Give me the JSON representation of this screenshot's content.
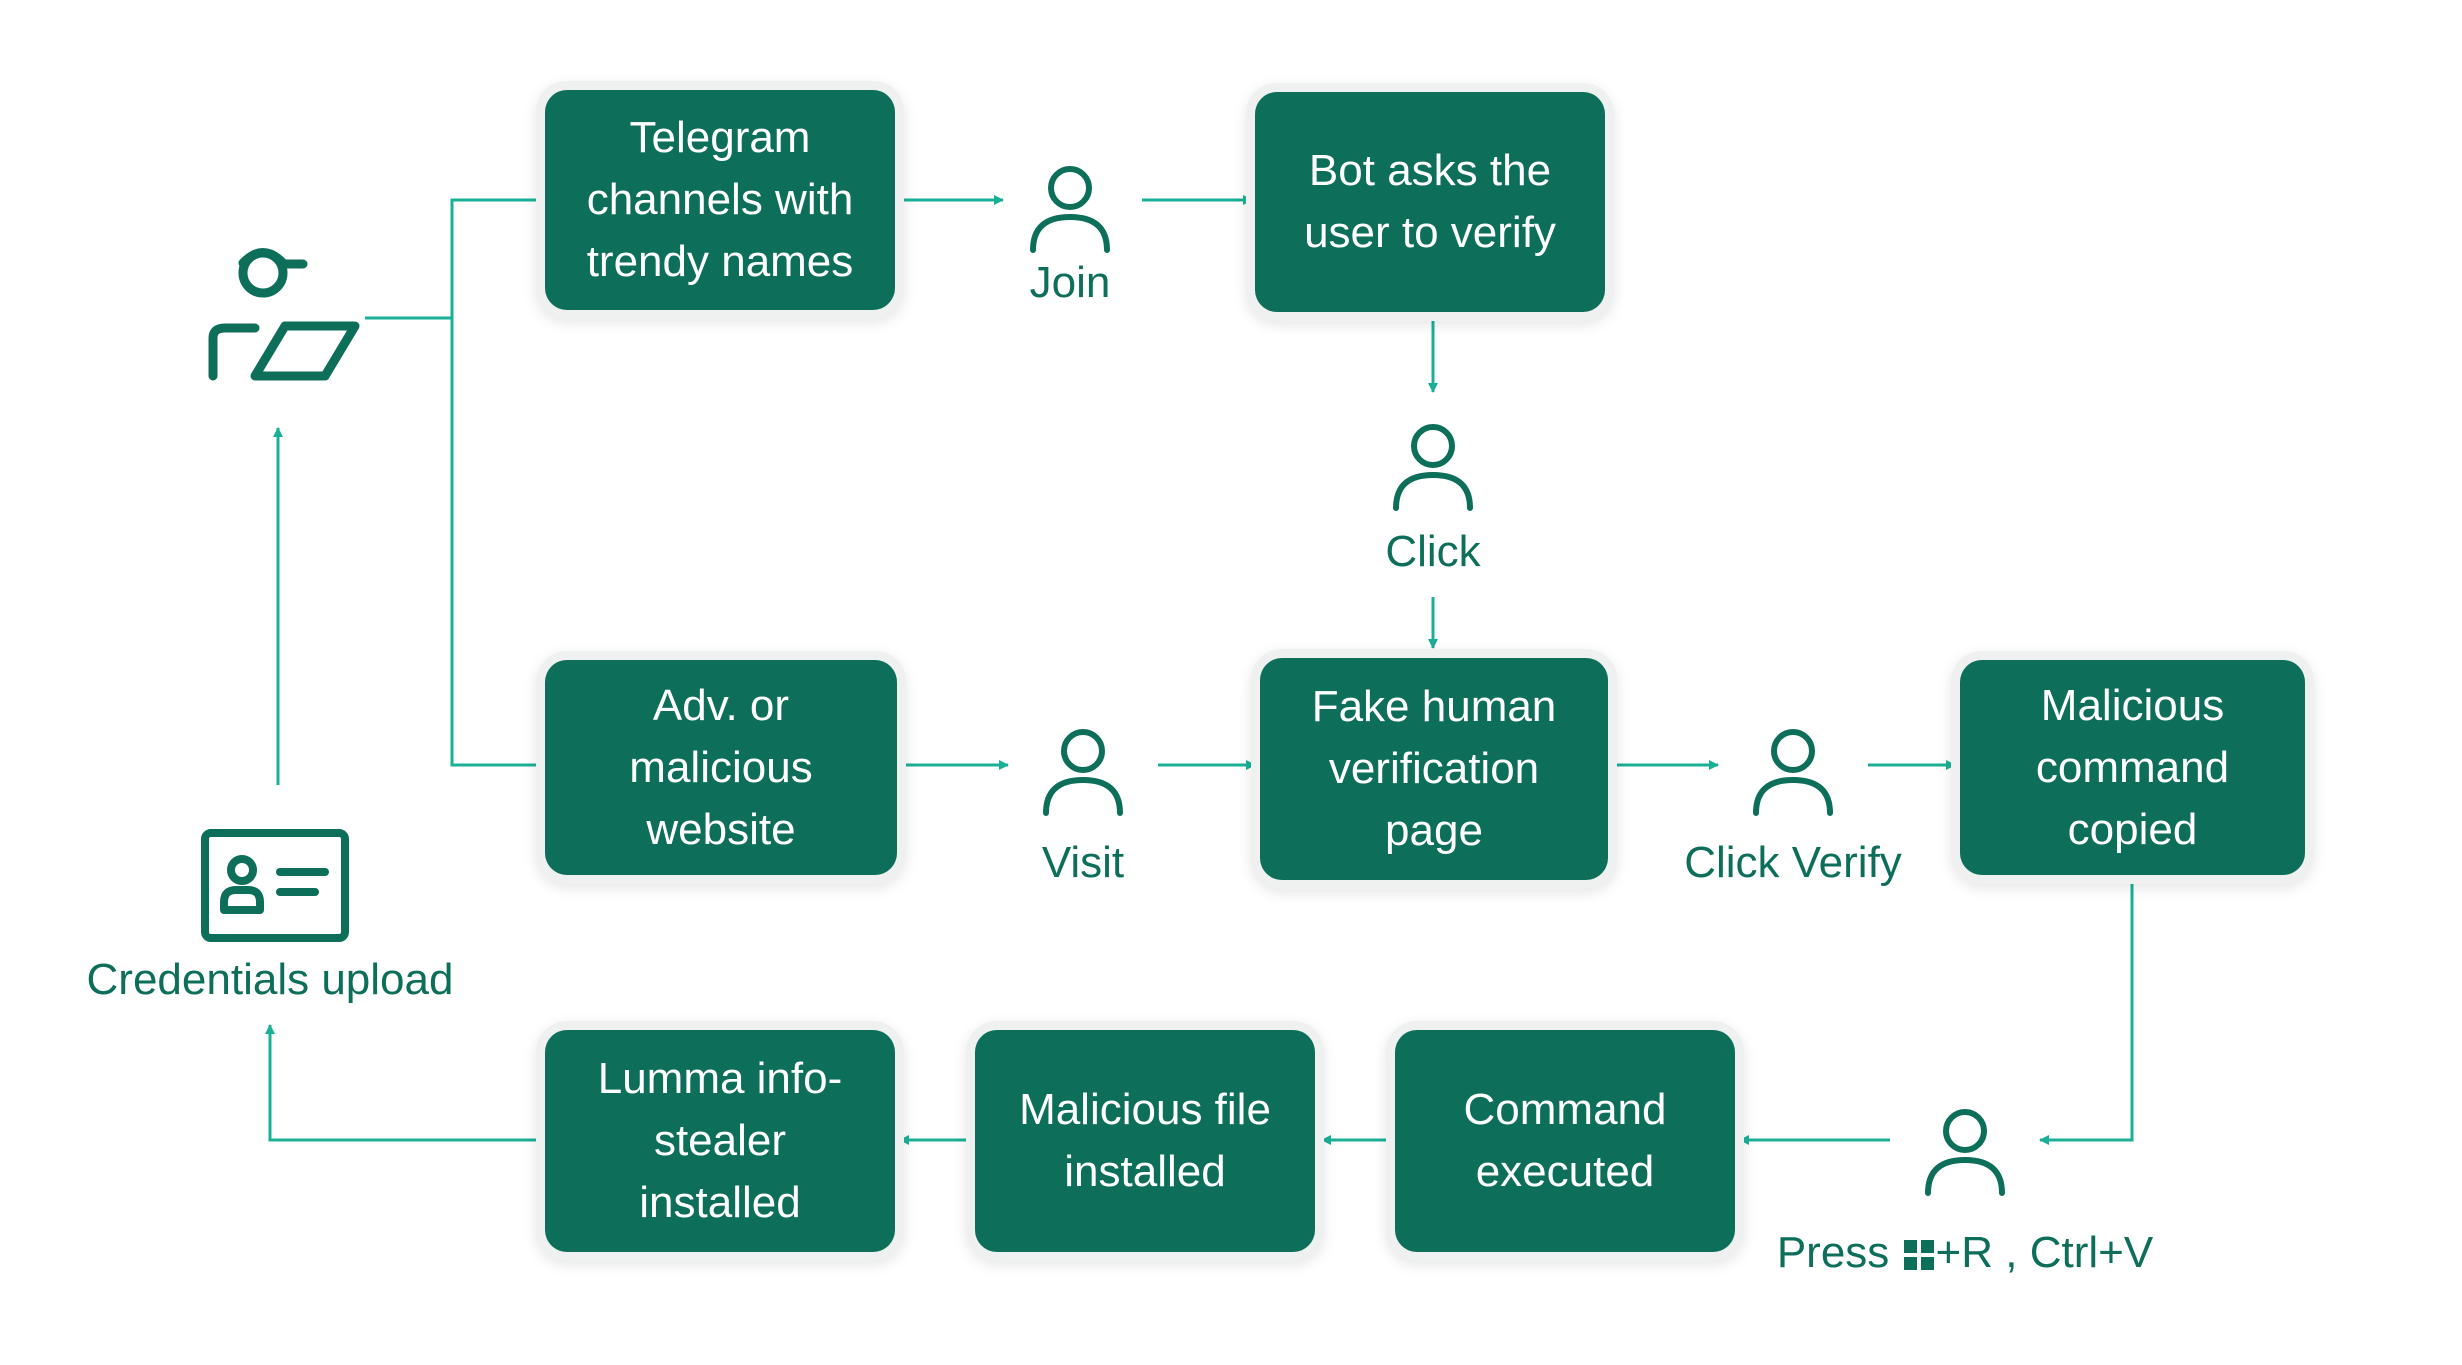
{
  "colors": {
    "primary": "#0d6e5a",
    "arrow": "#19b096",
    "box_text": "#ffffff"
  },
  "nodes": {
    "telegram": "Telegram\nchannels with\ntrendy names",
    "bot": "Bot asks the\nuser to verify",
    "adv": "Adv. or\nmalicious\nwebsite",
    "fake": "Fake human\nverification\npage",
    "malcmd": "Malicious\ncommand\ncopied",
    "lumma": "Lumma info-\nstealer\ninstalled",
    "malfile": "Malicious file\ninstalled",
    "cmdexec": "Command\nexecuted"
  },
  "actions": {
    "join": "Join",
    "click": "Click",
    "visit": "Visit",
    "click_verify": "Click Verify",
    "press_prefix": "Press",
    "press_suffix": "+R , Ctrl+V"
  },
  "credentials_label": "Credentials upload",
  "icons": {
    "attacker": "hacker-laptop-icon",
    "user": "user-icon",
    "credentials": "id-card-icon",
    "windows_key": "windows-key-icon"
  }
}
